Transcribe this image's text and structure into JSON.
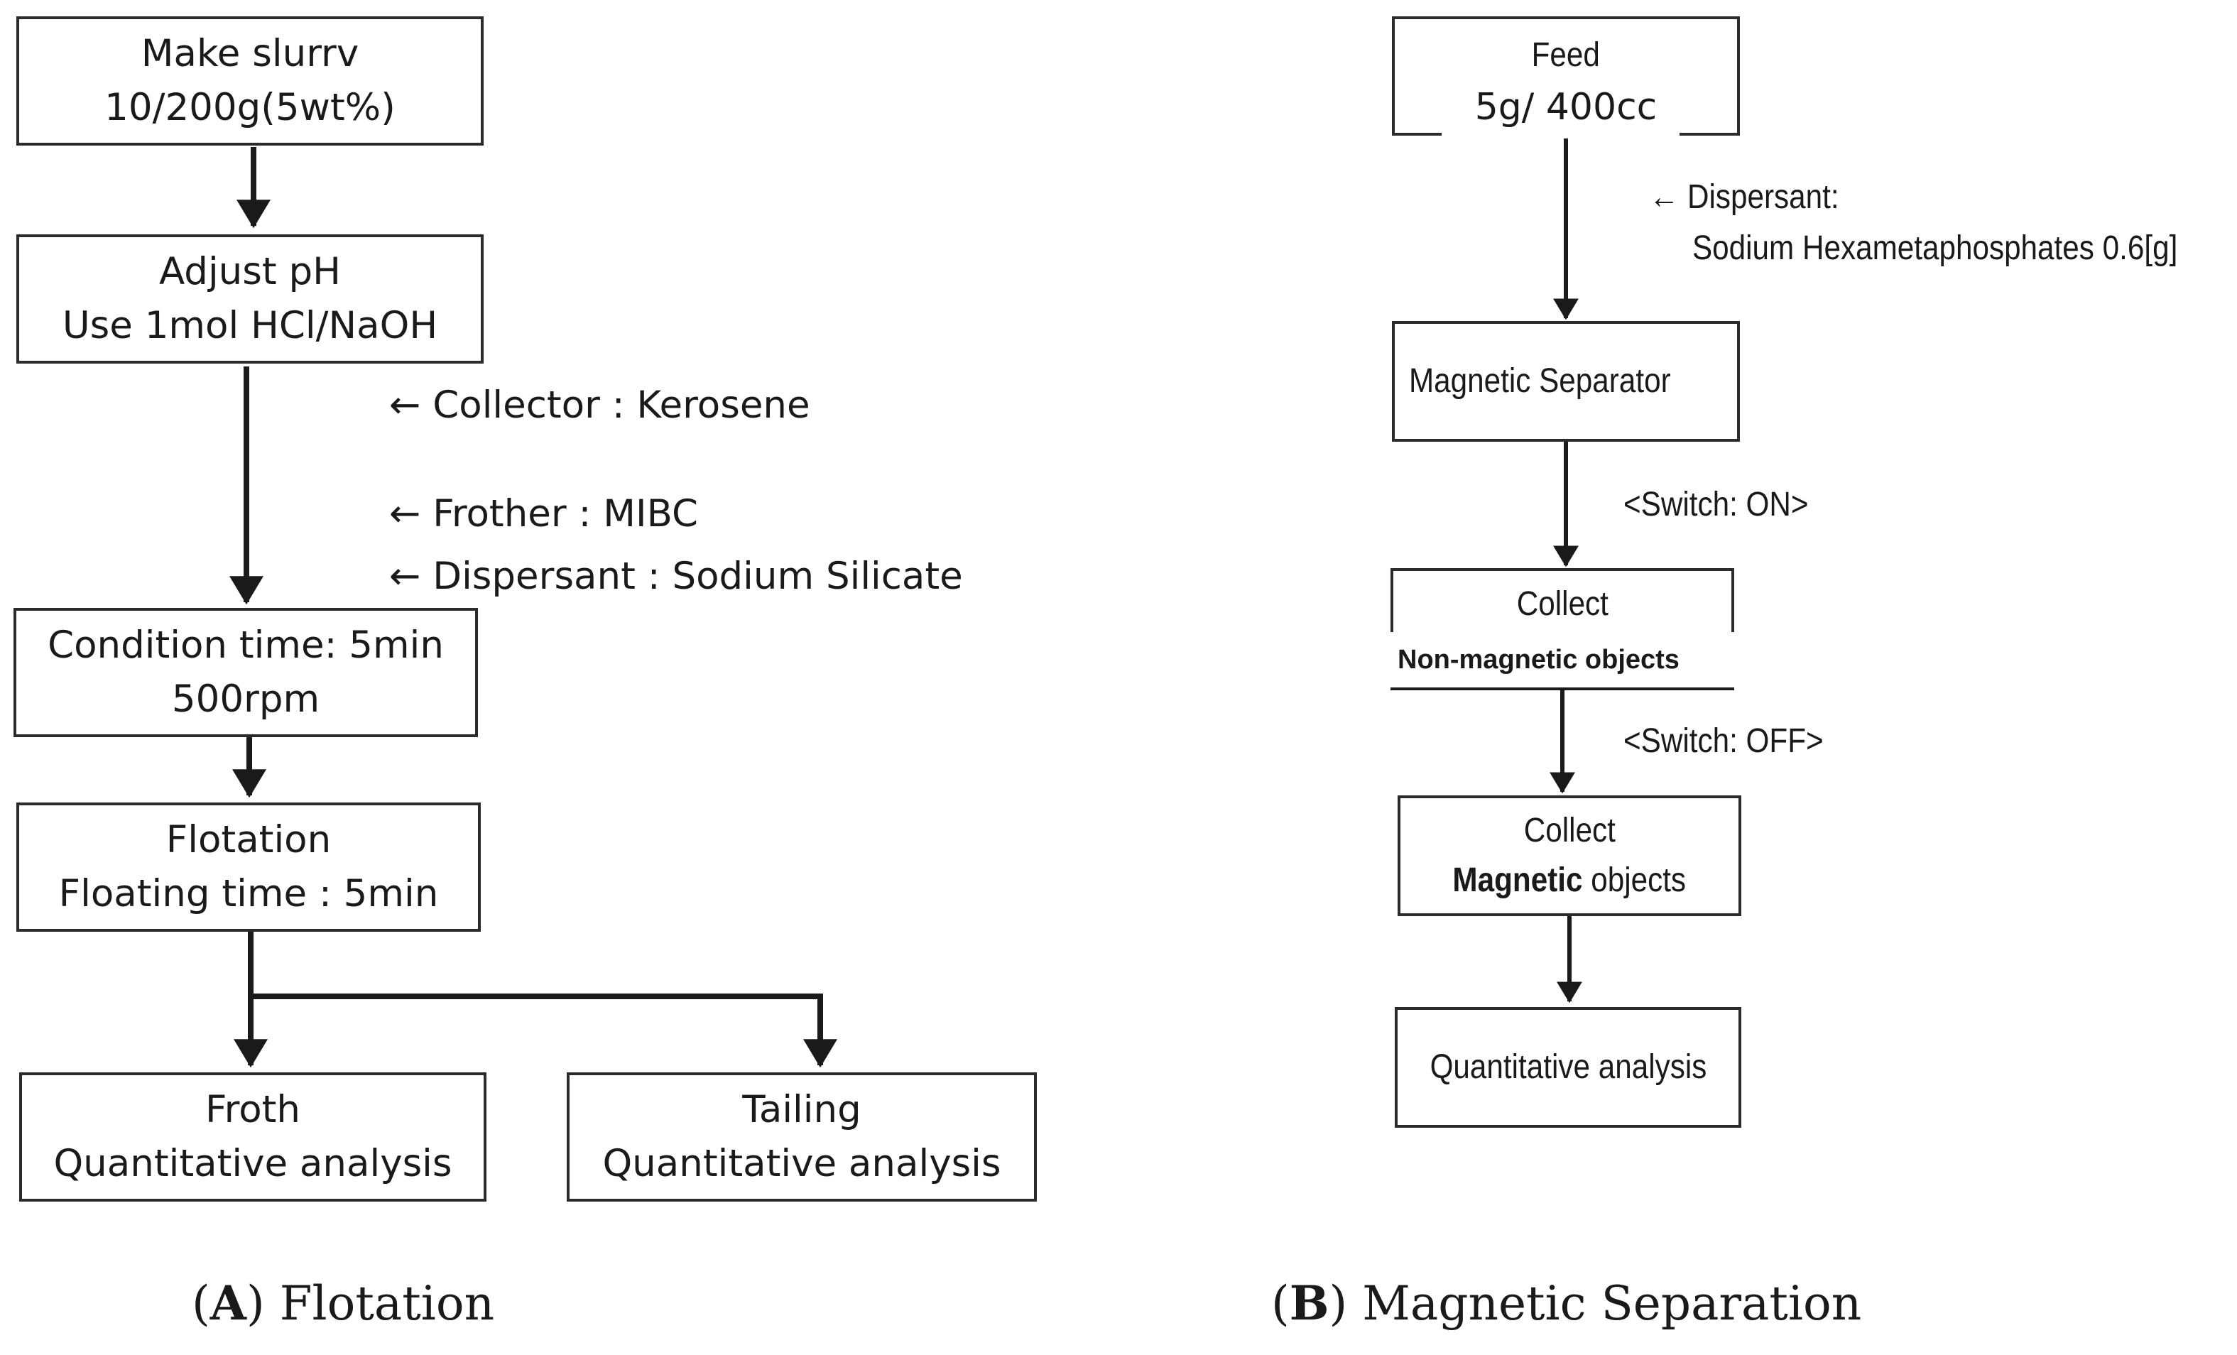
{
  "panel_a": {
    "caption_letter": "A",
    "caption_title": "Flotation",
    "make_slurry": {
      "line1": "Make slurrv",
      "line2": "10/200g(5wt%)"
    },
    "adjust_ph": {
      "line1": "Adjust pH",
      "line2": "Use 1mol HCl/NaOH"
    },
    "collector": "← Collector : Kerosene",
    "frother": "← Frother : MIBC",
    "dispersant": "← Dispersant : Sodium Silicate",
    "condition": {
      "line1": "Condition time: 5min",
      "line2": "500rpm"
    },
    "flotation": {
      "line1": "Flotation",
      "line2": "Floating time : 5min"
    },
    "froth": {
      "line1": "Froth",
      "line2": "Quantitative analysis"
    },
    "tailing": {
      "line1": "Tailing",
      "line2": "Quantitative analysis"
    }
  },
  "panel_b": {
    "caption_letter": "B",
    "caption_title": "Magnetic Separation",
    "feed": {
      "line1": "Feed",
      "line2": "5g/ 400cc"
    },
    "dispersant_line1": "← Dispersant:",
    "dispersant_line2": "Sodium Hexametaphosphates 0.6[g]",
    "separator": "Magnetic Separator",
    "switch_on": "<Switch: ON>",
    "collect_1": "Collect",
    "non_magnetic": "Non-magnetic objects",
    "switch_off": "<Switch: OFF>",
    "collect_2_line1": "Collect",
    "collect_2_bold": "Magnetic",
    "collect_2_rest": " objects",
    "quantitative": "Quantitative analysis"
  }
}
